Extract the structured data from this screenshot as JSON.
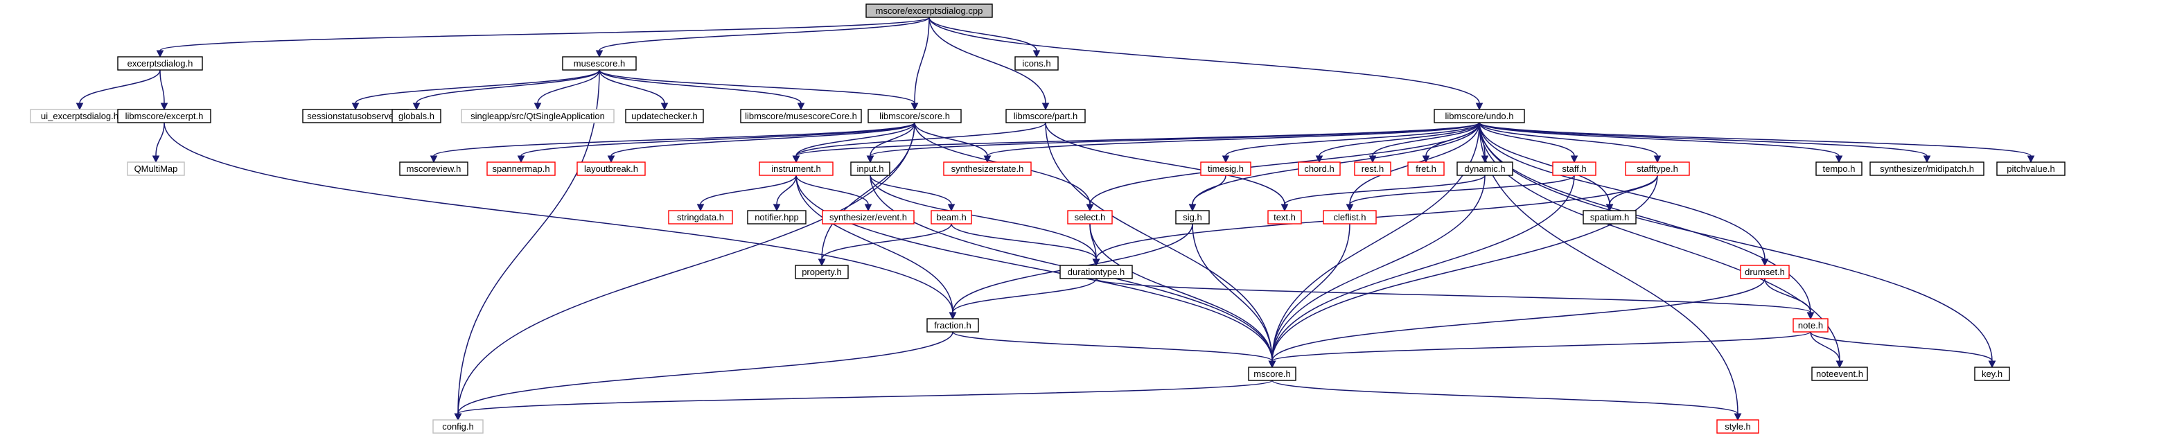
{
  "colors": {
    "edge": "#191970",
    "root_fill": "#bfbfbf",
    "root_border": "#000000",
    "normal_border": "#000000",
    "truncated_border": "#ff0000",
    "external_border": "#bfbfbf",
    "box_fill": "#ffffff"
  },
  "nodes": [
    {
      "id": "root",
      "label": "mscore/excerptsdialog.cpp",
      "kind": "root"
    },
    {
      "id": "excerptsdialog_h",
      "label": "excerptsdialog.h",
      "kind": "normal"
    },
    {
      "id": "musescore_h",
      "label": "musescore.h",
      "kind": "normal"
    },
    {
      "id": "icons_h",
      "label": "icons.h",
      "kind": "normal"
    },
    {
      "id": "ui_excerptsdialog_h",
      "label": "ui_excerptsdialog.h",
      "kind": "external"
    },
    {
      "id": "excerpt_h",
      "label": "libmscore/excerpt.h",
      "kind": "normal"
    },
    {
      "id": "qmultimap",
      "label": "QMultiMap",
      "kind": "external"
    },
    {
      "id": "sessionstatusobserver_h",
      "label": "sessionstatusobserver.h",
      "kind": "normal"
    },
    {
      "id": "globals_h",
      "label": "globals.h",
      "kind": "normal"
    },
    {
      "id": "qtsingleapp",
      "label": "singleapp/src/QtSingleApplication",
      "kind": "external"
    },
    {
      "id": "updatechecker_h",
      "label": "updatechecker.h",
      "kind": "normal"
    },
    {
      "id": "musescorecore_h",
      "label": "libmscore/musescoreCore.h",
      "kind": "normal"
    },
    {
      "id": "score_h",
      "label": "libmscore/score.h",
      "kind": "normal"
    },
    {
      "id": "part_h",
      "label": "libmscore/part.h",
      "kind": "normal"
    },
    {
      "id": "undo_h",
      "label": "libmscore/undo.h",
      "kind": "normal"
    },
    {
      "id": "mscoreview_h",
      "label": "mscoreview.h",
      "kind": "normal"
    },
    {
      "id": "spannermap_h",
      "label": "spannermap.h",
      "kind": "truncated"
    },
    {
      "id": "layoutbreak_h",
      "label": "layoutbreak.h",
      "kind": "truncated"
    },
    {
      "id": "instrument_h",
      "label": "instrument.h",
      "kind": "truncated"
    },
    {
      "id": "input_h",
      "label": "input.h",
      "kind": "normal"
    },
    {
      "id": "synthesizerstate_h",
      "label": "synthesizerstate.h",
      "kind": "truncated"
    },
    {
      "id": "timesig_h",
      "label": "timesig.h",
      "kind": "truncated"
    },
    {
      "id": "chord_h",
      "label": "chord.h",
      "kind": "truncated"
    },
    {
      "id": "rest_h",
      "label": "rest.h",
      "kind": "truncated"
    },
    {
      "id": "fret_h",
      "label": "fret.h",
      "kind": "truncated"
    },
    {
      "id": "dynamic_h",
      "label": "dynamic.h",
      "kind": "normal"
    },
    {
      "id": "staff_h",
      "label": "staff.h",
      "kind": "truncated"
    },
    {
      "id": "stafftype_h",
      "label": "stafftype.h",
      "kind": "truncated"
    },
    {
      "id": "tempo_h",
      "label": "tempo.h",
      "kind": "normal"
    },
    {
      "id": "midipatch_h",
      "label": "synthesizer/midipatch.h",
      "kind": "normal"
    },
    {
      "id": "pitchvalue_h",
      "label": "pitchvalue.h",
      "kind": "normal"
    },
    {
      "id": "stringdata_h",
      "label": "stringdata.h",
      "kind": "truncated"
    },
    {
      "id": "notifier_hpp",
      "label": "notifier.hpp",
      "kind": "normal"
    },
    {
      "id": "synth_event_h",
      "label": "synthesizer/event.h",
      "kind": "truncated"
    },
    {
      "id": "beam_h",
      "label": "beam.h",
      "kind": "truncated"
    },
    {
      "id": "select_h",
      "label": "select.h",
      "kind": "truncated"
    },
    {
      "id": "sig_h",
      "label": "sig.h",
      "kind": "normal"
    },
    {
      "id": "text_h",
      "label": "text.h",
      "kind": "truncated"
    },
    {
      "id": "cleflist_h",
      "label": "cleflist.h",
      "kind": "truncated"
    },
    {
      "id": "spatium_h",
      "label": "spatium.h",
      "kind": "normal"
    },
    {
      "id": "property_h",
      "label": "property.h",
      "kind": "normal"
    },
    {
      "id": "durationtype_h",
      "label": "durationtype.h",
      "kind": "normal"
    },
    {
      "id": "drumset_h",
      "label": "drumset.h",
      "kind": "truncated"
    },
    {
      "id": "fraction_h",
      "label": "fraction.h",
      "kind": "normal"
    },
    {
      "id": "note_h",
      "label": "note.h",
      "kind": "truncated"
    },
    {
      "id": "mscore_h",
      "label": "mscore.h",
      "kind": "normal"
    },
    {
      "id": "noteevent_h",
      "label": "noteevent.h",
      "kind": "normal"
    },
    {
      "id": "key_h",
      "label": "key.h",
      "kind": "normal"
    },
    {
      "id": "config_h",
      "label": "config.h",
      "kind": "external"
    },
    {
      "id": "style_h",
      "label": "style.h",
      "kind": "truncated"
    }
  ],
  "edges": [
    [
      "root",
      "excerptsdialog_h"
    ],
    [
      "root",
      "musescore_h"
    ],
    [
      "root",
      "icons_h"
    ],
    [
      "root",
      "score_h"
    ],
    [
      "root",
      "part_h"
    ],
    [
      "root",
      "undo_h"
    ],
    [
      "excerptsdialog_h",
      "ui_excerptsdialog_h"
    ],
    [
      "excerptsdialog_h",
      "excerpt_h"
    ],
    [
      "excerpt_h",
      "qmultimap"
    ],
    [
      "excerpt_h",
      "fraction_h"
    ],
    [
      "musescore_h",
      "sessionstatusobserver_h"
    ],
    [
      "musescore_h",
      "globals_h"
    ],
    [
      "musescore_h",
      "qtsingleapp"
    ],
    [
      "musescore_h",
      "updatechecker_h"
    ],
    [
      "musescore_h",
      "musescorecore_h"
    ],
    [
      "musescore_h",
      "score_h"
    ],
    [
      "musescore_h",
      "config_h"
    ],
    [
      "score_h",
      "mscoreview_h"
    ],
    [
      "score_h",
      "spannermap_h"
    ],
    [
      "score_h",
      "layoutbreak_h"
    ],
    [
      "score_h",
      "instrument_h"
    ],
    [
      "score_h",
      "input_h"
    ],
    [
      "score_h",
      "synthesizerstate_h"
    ],
    [
      "score_h",
      "select_h"
    ],
    [
      "score_h",
      "property_h"
    ],
    [
      "score_h",
      "config_h"
    ],
    [
      "part_h",
      "instrument_h"
    ],
    [
      "part_h",
      "text_h"
    ],
    [
      "part_h",
      "mscore_h"
    ],
    [
      "undo_h",
      "instrument_h"
    ],
    [
      "undo_h",
      "input_h"
    ],
    [
      "undo_h",
      "synthesizerstate_h"
    ],
    [
      "undo_h",
      "timesig_h"
    ],
    [
      "undo_h",
      "chord_h"
    ],
    [
      "undo_h",
      "rest_h"
    ],
    [
      "undo_h",
      "fret_h"
    ],
    [
      "undo_h",
      "dynamic_h"
    ],
    [
      "undo_h",
      "staff_h"
    ],
    [
      "undo_h",
      "stafftype_h"
    ],
    [
      "undo_h",
      "tempo_h"
    ],
    [
      "undo_h",
      "midipatch_h"
    ],
    [
      "undo_h",
      "pitchvalue_h"
    ],
    [
      "undo_h",
      "select_h"
    ],
    [
      "undo_h",
      "sig_h"
    ],
    [
      "undo_h",
      "cleflist_h"
    ],
    [
      "undo_h",
      "spatium_h"
    ],
    [
      "undo_h",
      "drumset_h"
    ],
    [
      "undo_h",
      "note_h"
    ],
    [
      "undo_h",
      "mscore_h"
    ],
    [
      "undo_h",
      "noteevent_h"
    ],
    [
      "undo_h",
      "key_h"
    ],
    [
      "undo_h",
      "style_h"
    ],
    [
      "instrument_h",
      "stringdata_h"
    ],
    [
      "instrument_h",
      "notifier_hpp"
    ],
    [
      "instrument_h",
      "synth_event_h"
    ],
    [
      "instrument_h",
      "fraction_h"
    ],
    [
      "instrument_h",
      "mscore_h"
    ],
    [
      "input_h",
      "beam_h"
    ],
    [
      "input_h",
      "durationtype_h"
    ],
    [
      "input_h",
      "mscore_h"
    ],
    [
      "beam_h",
      "property_h"
    ],
    [
      "beam_h",
      "durationtype_h"
    ],
    [
      "select_h",
      "durationtype_h"
    ],
    [
      "select_h",
      "mscore_h"
    ],
    [
      "timesig_h",
      "sig_h"
    ],
    [
      "sig_h",
      "fraction_h"
    ],
    [
      "sig_h",
      "mscore_h"
    ],
    [
      "dynamic_h",
      "text_h"
    ],
    [
      "dynamic_h",
      "mscore_h"
    ],
    [
      "staff_h",
      "cleflist_h"
    ],
    [
      "staff_h",
      "mscore_h"
    ],
    [
      "stafftype_h",
      "spatium_h"
    ],
    [
      "stafftype_h",
      "mscore_h"
    ],
    [
      "stafftype_h",
      "durationtype_h"
    ],
    [
      "cleflist_h",
      "mscore_h"
    ],
    [
      "durationtype_h",
      "fraction_h"
    ],
    [
      "durationtype_h",
      "note_h"
    ],
    [
      "drumset_h",
      "note_h"
    ],
    [
      "drumset_h",
      "mscore_h"
    ],
    [
      "fraction_h",
      "mscore_h"
    ],
    [
      "fraction_h",
      "config_h"
    ],
    [
      "note_h",
      "mscore_h"
    ],
    [
      "note_h",
      "noteevent_h"
    ],
    [
      "note_h",
      "key_h"
    ],
    [
      "mscore_h",
      "config_h"
    ],
    [
      "mscore_h",
      "style_h"
    ]
  ]
}
